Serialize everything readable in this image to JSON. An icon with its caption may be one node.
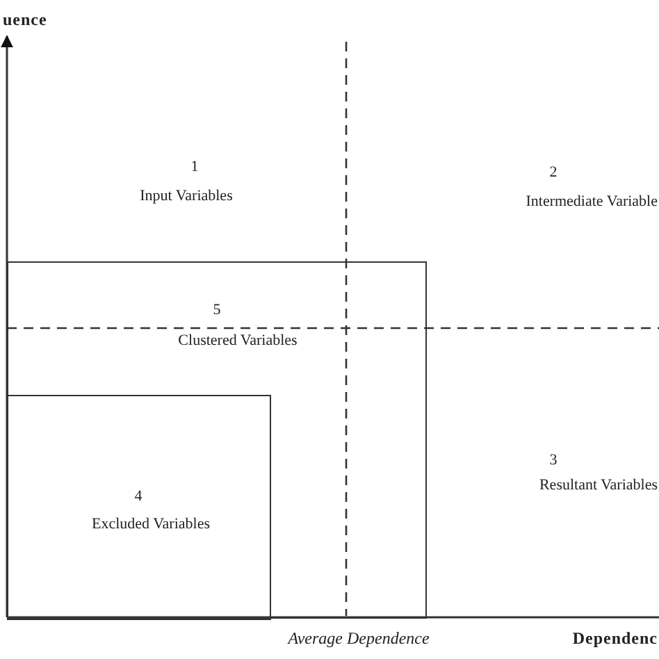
{
  "diagram": {
    "nodes": [
      {
        "text": [
          "5",
          "Clustered Variables"
        ]
      },
      {
        "text": [
          "4",
          "Excluded Variables"
        ],
        "in": 0
      }
    ],
    "labels": [
      "uence",
      "1",
      "Input Variables",
      "2",
      "Intermediate Variable",
      "3",
      "Resultant Variables",
      "Average Dependence",
      "Dependenc"
    ]
  }
}
